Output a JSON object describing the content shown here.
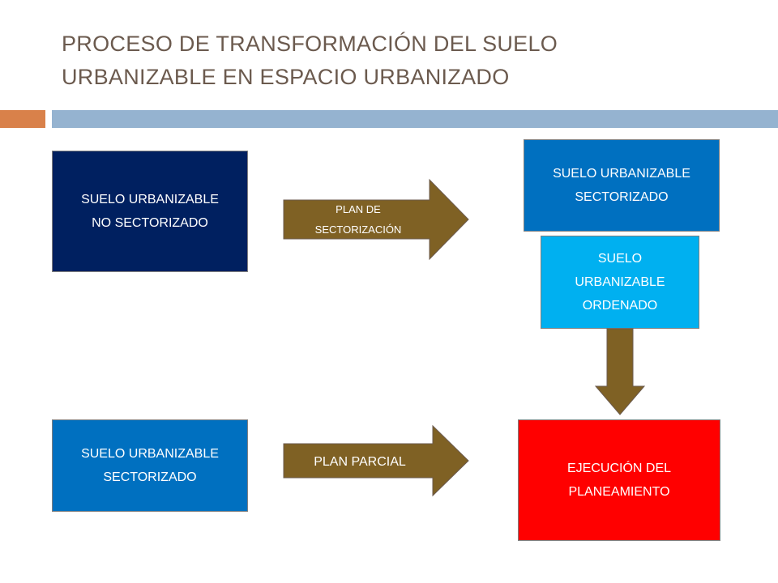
{
  "title": {
    "line1": "PROCESO DE TRANSFORMACIÓN DEL SUELO",
    "line2": "URBANIZABLE EN ESPACIO URBANIZADO"
  },
  "colors": {
    "title": "#6b5a4e",
    "accent_orange": "#d9814a",
    "accent_blue": "#95b3d0",
    "box_navy": "#002060",
    "box_blue": "#0070c0",
    "box_light_blue": "#00b0f0",
    "box_red": "#ff0000",
    "arrow_brown": "#7f6124"
  },
  "diagram": {
    "no_sectorizado": {
      "line1": "SUELO URBANIZABLE",
      "line2": "NO SECTORIZADO"
    },
    "plan_sectorizacion": {
      "line1": "PLAN DE",
      "line2": "SECTORIZACIÓN"
    },
    "sectorizado_top": {
      "line1": "SUELO URBANIZABLE",
      "line2": "SECTORIZADO"
    },
    "ordenado": {
      "line1": "SUELO",
      "line2": "URBANIZABLE",
      "line3": "ORDENADO"
    },
    "sectorizado_bottom": {
      "line1": "SUELO URBANIZABLE",
      "line2": "SECTORIZADO"
    },
    "plan_parcial": {
      "label": "PLAN PARCIAL"
    },
    "ejecucion": {
      "line1": "EJECUCIÓN DEL",
      "line2": "PLANEAMIENTO"
    }
  }
}
